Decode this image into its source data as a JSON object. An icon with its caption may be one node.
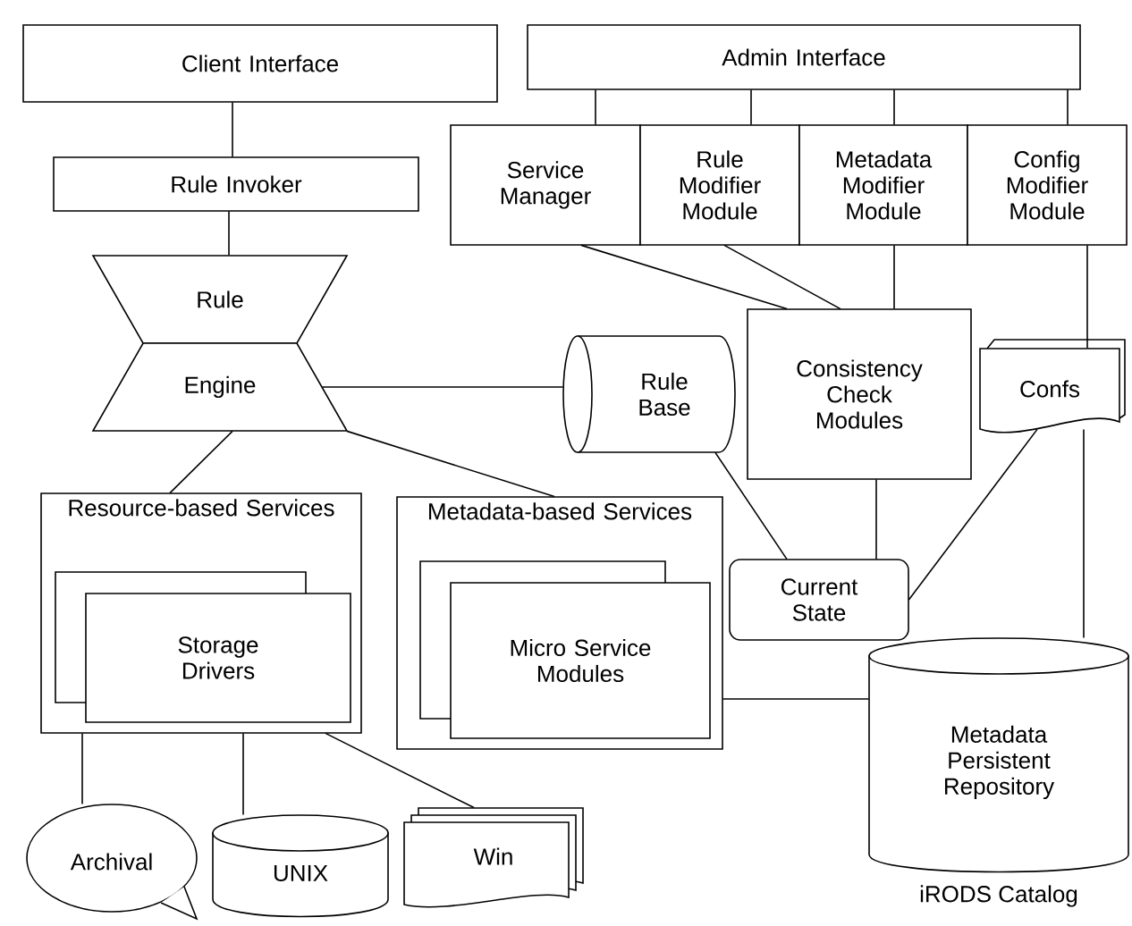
{
  "diagram": {
    "nodes": [
      {
        "text": [
          "Client Interface"
        ]
      },
      {
        "text": [
          "Admin Interface"
        ]
      },
      {
        "text": [
          "Service Manager"
        ]
      },
      {
        "text": [
          "Rule Modifier Module"
        ]
      },
      {
        "text": [
          "Metadata Modifier Module"
        ]
      },
      {
        "text": [
          "Config Modifier Module"
        ]
      },
      {
        "text": [
          "Rule Invoker"
        ]
      },
      {
        "text": [
          "Rule"
        ]
      },
      {
        "text": [
          "Engine"
        ]
      },
      {
        "text": [
          "Rule Base"
        ]
      },
      {
        "text": [
          "Consistency Check Modules"
        ]
      },
      {
        "text": [
          "Confs"
        ]
      },
      {
        "text": [
          "Resource-based Services"
        ]
      },
      {
        "text": [
          "Storage Drivers"
        ],
        "in": 12
      },
      {
        "text": [
          "Metadata-based Services"
        ]
      },
      {
        "text": [
          "Micro Service Modules"
        ],
        "in": 14
      },
      {
        "text": [
          "Current State"
        ]
      },
      {
        "text": [
          "Metadata Persistent Repository"
        ],
        "beside": [
          "iRODS Catalog"
        ]
      },
      {
        "text": [
          "Archival"
        ]
      },
      {
        "text": [
          "UNIX"
        ]
      },
      {
        "text": [
          "Win"
        ]
      }
    ],
    "edges": [
      {
        "from": 0,
        "to": 6,
        "arrow": "none"
      },
      {
        "from": 6,
        "to": 7,
        "arrow": "none"
      },
      {
        "from": 1,
        "to": 2,
        "arrow": "none"
      },
      {
        "from": 1,
        "to": 3,
        "arrow": "none"
      },
      {
        "from": 1,
        "to": 4,
        "arrow": "none"
      },
      {
        "from": 1,
        "to": 5,
        "arrow": "none"
      },
      {
        "from": 2,
        "to": 10,
        "arrow": "none"
      },
      {
        "from": 3,
        "to": 10,
        "arrow": "none"
      },
      {
        "from": 4,
        "to": 10,
        "arrow": "none"
      },
      {
        "from": 5,
        "to": 11,
        "arrow": "none"
      },
      {
        "from": 8,
        "to": 9,
        "arrow": "none"
      },
      {
        "from": 8,
        "to": 14,
        "arrow": "none"
      },
      {
        "from": 8,
        "to": 12,
        "arrow": "none"
      },
      {
        "from": 9,
        "to": 16,
        "arrow": "none"
      },
      {
        "from": 10,
        "to": 16,
        "arrow": "none"
      },
      {
        "from": 11,
        "to": 16,
        "arrow": "none"
      },
      {
        "from": 11,
        "to": 17,
        "arrow": "none"
      },
      {
        "from": 14,
        "to": 17,
        "arrow": "none"
      },
      {
        "from": 12,
        "to": 18,
        "arrow": "none"
      },
      {
        "from": 12,
        "to": 19,
        "arrow": "none"
      },
      {
        "from": 12,
        "to": 20,
        "arrow": "none"
      }
    ]
  }
}
